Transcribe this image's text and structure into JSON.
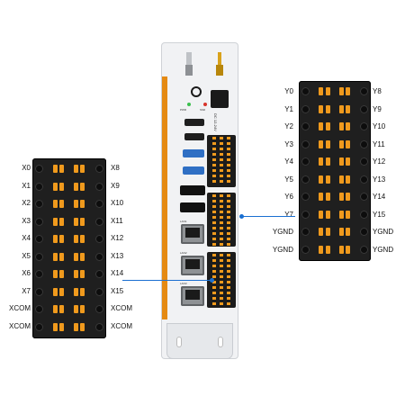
{
  "left_block": {
    "labels": [
      "X0",
      "X1",
      "X2",
      "X3",
      "X4",
      "X5",
      "X6",
      "X7",
      "XCOM",
      "XCOM"
    ]
  },
  "left_block_right_labels": [
    "X8",
    "X9",
    "X10",
    "X11",
    "X12",
    "X13",
    "X14",
    "X15",
    "XCOM",
    "XCOM"
  ],
  "right_block": {
    "left_labels": [
      "Y0",
      "Y1",
      "Y2",
      "Y3",
      "Y4",
      "Y5",
      "Y6",
      "Y7",
      "YGND",
      "YGND"
    ],
    "right_labels": [
      "Y8",
      "Y9",
      "Y10",
      "Y11",
      "Y12",
      "Y13",
      "Y14",
      "Y15",
      "YGND",
      "YGND"
    ]
  },
  "device": {
    "power_label": "DC 12-24V",
    "led_labels": [
      "PWR",
      "SSD"
    ],
    "lan_labels": [
      "LAN1",
      "LAN2",
      "LAN3"
    ]
  },
  "colors": {
    "orange": "#f09a1d",
    "connector_line": "#1a6fd1"
  }
}
